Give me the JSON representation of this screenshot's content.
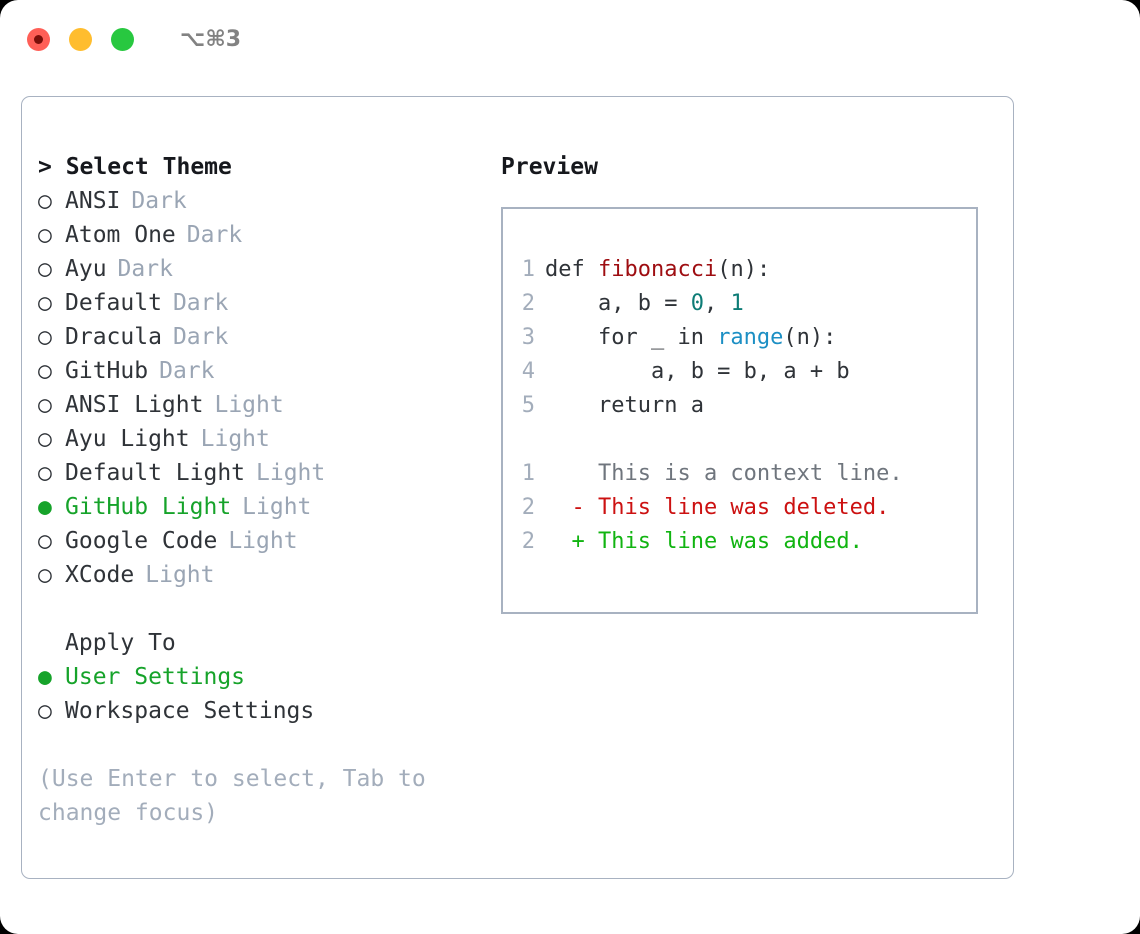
{
  "titlebar": {
    "shortcut": "⌥⌘3",
    "buttons": [
      "close",
      "minimize",
      "maximize"
    ]
  },
  "theme_picker": {
    "heading": "> Select Theme",
    "heading_caret": ">",
    "heading_text": "Select Theme",
    "marker_unselected": "○",
    "marker_selected": "●",
    "items": [
      {
        "label": "ANSI",
        "tag": "Dark",
        "selected": false
      },
      {
        "label": "Atom One",
        "tag": "Dark",
        "selected": false
      },
      {
        "label": "Ayu",
        "tag": "Dark",
        "selected": false
      },
      {
        "label": "Default",
        "tag": "Dark",
        "selected": false
      },
      {
        "label": "Dracula",
        "tag": "Dark",
        "selected": false
      },
      {
        "label": "GitHub",
        "tag": "Dark",
        "selected": false
      },
      {
        "label": "ANSI Light",
        "tag": "Light",
        "selected": false
      },
      {
        "label": "Ayu Light",
        "tag": "Light",
        "selected": false
      },
      {
        "label": "Default Light",
        "tag": "Light",
        "selected": false
      },
      {
        "label": "GitHub Light",
        "tag": "Light",
        "selected": true
      },
      {
        "label": "Google Code",
        "tag": "Light",
        "selected": false
      },
      {
        "label": "XCode",
        "tag": "Light",
        "selected": false
      }
    ]
  },
  "apply_to": {
    "label": "Apply To",
    "items": [
      {
        "label": "User Settings",
        "selected": true
      },
      {
        "label": "Workspace Settings",
        "selected": false
      }
    ]
  },
  "hint": "(Use Enter to select, Tab to change focus)",
  "preview": {
    "title": "Preview",
    "code_lines": [
      {
        "lno": "1",
        "segments": [
          {
            "text": "def ",
            "style": "plain"
          },
          {
            "text": "fibonacci",
            "style": "func"
          },
          {
            "text": "(n):",
            "style": "plain"
          }
        ]
      },
      {
        "lno": "2",
        "segments": [
          {
            "text": "    a, b = ",
            "style": "plain"
          },
          {
            "text": "0",
            "style": "num"
          },
          {
            "text": ", ",
            "style": "plain"
          },
          {
            "text": "1",
            "style": "num"
          }
        ]
      },
      {
        "lno": "3",
        "segments": [
          {
            "text": "    for _ in ",
            "style": "plain"
          },
          {
            "text": "range",
            "style": "builtin"
          },
          {
            "text": "(n):",
            "style": "plain"
          }
        ]
      },
      {
        "lno": "4",
        "segments": [
          {
            "text": "        a, b = b, a + b",
            "style": "plain"
          }
        ]
      },
      {
        "lno": "5",
        "segments": [
          {
            "text": "    return a",
            "style": "plain"
          }
        ]
      }
    ],
    "diff_lines": [
      {
        "lno": "1",
        "prefix": "  ",
        "text": "This is a context line.",
        "kind": "context"
      },
      {
        "lno": "2",
        "prefix": "- ",
        "text": "This line was deleted.",
        "kind": "deleted"
      },
      {
        "lno": "2",
        "prefix": "+ ",
        "text": "This line was added.",
        "kind": "added"
      }
    ]
  },
  "colors": {
    "accent_green": "#16a32a",
    "tag_gray": "#9aa5b4",
    "border": "#a8b2c1",
    "code_function": "#9e0d11",
    "code_number": "#0d7c76",
    "code_builtin": "#1c8fc4",
    "diff_deleted": "#cc1111",
    "diff_added": "#11b411",
    "diff_context": "#6f757d"
  }
}
